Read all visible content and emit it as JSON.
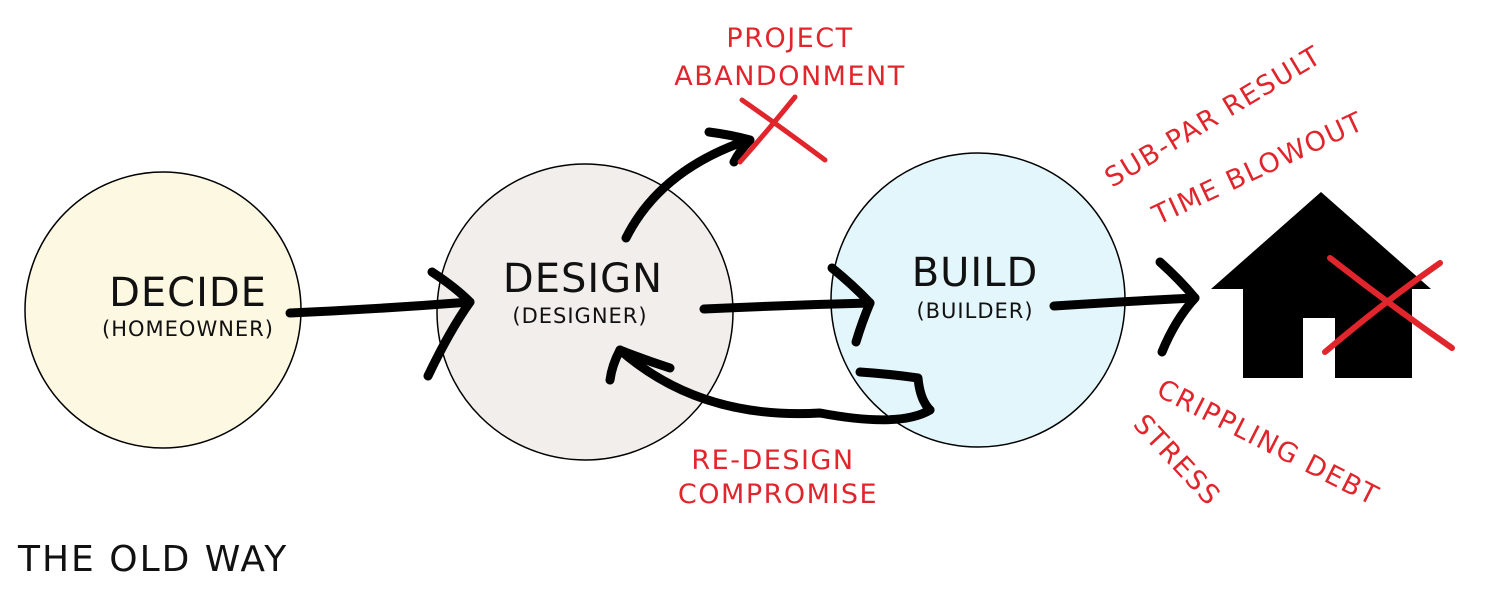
{
  "nodes": {
    "decide": {
      "title": "DECIDE",
      "subtitle": "(HOMEOWNER)",
      "fill": "#fdf8e2"
    },
    "design": {
      "title": "DESIGN",
      "subtitle": "(DESIGNER)",
      "fill": "#f2eeec"
    },
    "build": {
      "title": "BUILD",
      "subtitle": "(BUILDER)",
      "fill": "#e2f6fb"
    }
  },
  "outcomes": {
    "abandonment": [
      "PROJECT",
      "ABANDONMENT"
    ],
    "redesign": [
      "RE-DESIGN",
      "COMPROMISE"
    ],
    "subpar": "SUB-PAR RESULT",
    "time": "TIME BLOWOUT",
    "debt": "CRIPPLING DEBT",
    "stress": "STRESS"
  },
  "caption": "THE OLD WAY",
  "colors": {
    "accent": "#e0262c",
    "ink": "#000000"
  },
  "icons": [
    "house-icon",
    "red-cross-icon",
    "arrow-icon"
  ]
}
